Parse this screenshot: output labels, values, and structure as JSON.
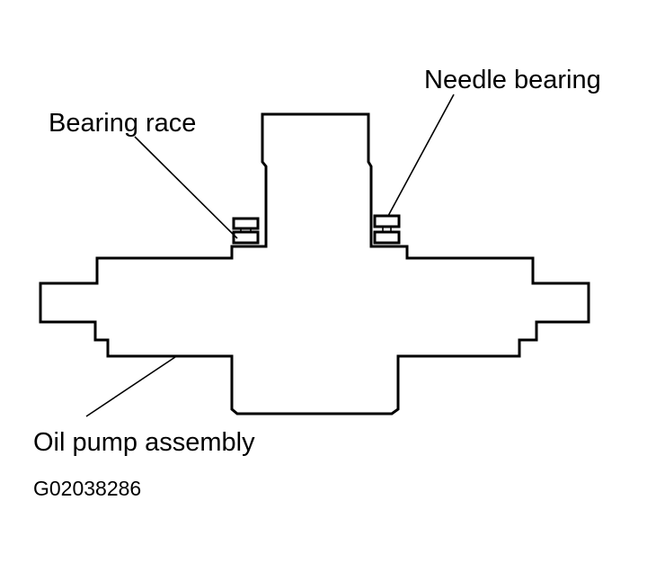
{
  "labels": {
    "needle_bearing": "Needle bearing",
    "bearing_race": "Bearing race",
    "oil_pump_assembly": "Oil pump assembly"
  },
  "figure_id": "G02038286"
}
